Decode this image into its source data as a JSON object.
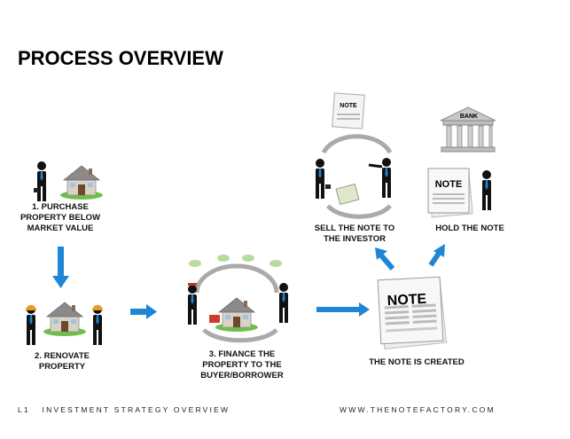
{
  "title": "PROCESS OVERVIEW",
  "steps": {
    "purchase": [
      "1. PURCHASE",
      "PROPERTY BELOW",
      "MARKET VALUE"
    ],
    "renovate": [
      "2. RENOVATE",
      "PROPERTY"
    ],
    "finance": [
      "3. FINANCE THE",
      "PROPERTY TO THE",
      "BUYER/BORROWER"
    ],
    "created": [
      "THE NOTE IS CREATED"
    ],
    "sell": [
      "SELL THE NOTE TO",
      "THE INVESTOR"
    ],
    "hold": [
      "HOLD THE NOTE"
    ]
  },
  "props": {
    "note_small": "NOTE",
    "note_big": "NOTE",
    "note_hold": "NOTE",
    "bank": "BANK"
  },
  "footer": {
    "left": "L1   INVESTMENT STRATEGY OVERVIEW",
    "right": "WWW.THENOTEFACTORY.COM"
  },
  "colors": {
    "arrow": "#1f86d6",
    "grass": "#6cc04a",
    "roof": "#8a8a8a",
    "wall": "#d9d2c5",
    "figure": "#111111",
    "tie": "#1f86d6",
    "helmet": "#e89b1c"
  }
}
